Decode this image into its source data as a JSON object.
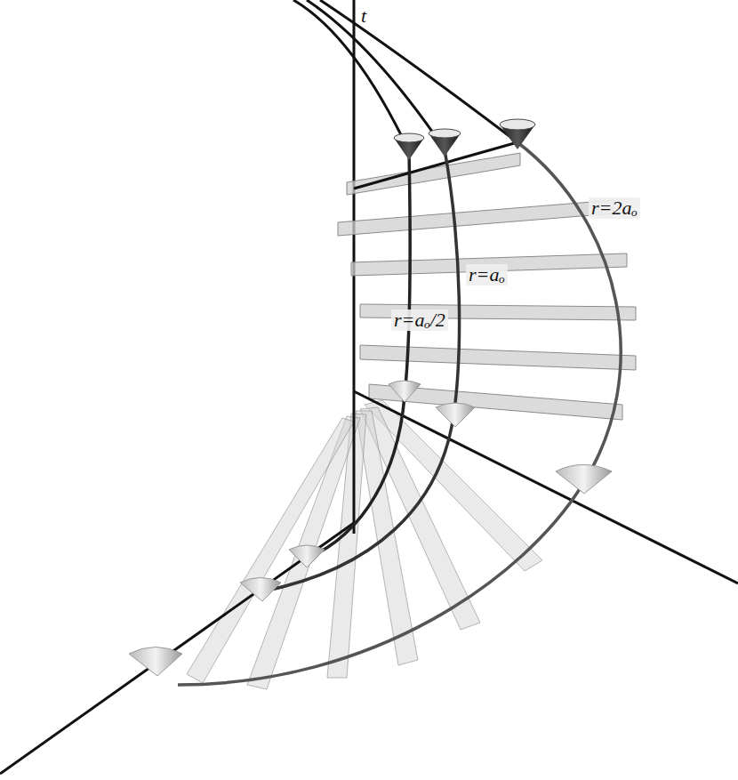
{
  "diagram": {
    "labels": [
      "t",
      "r=2aₒ",
      "r=aₒ",
      "r=aₒ/2"
    ]
  }
}
